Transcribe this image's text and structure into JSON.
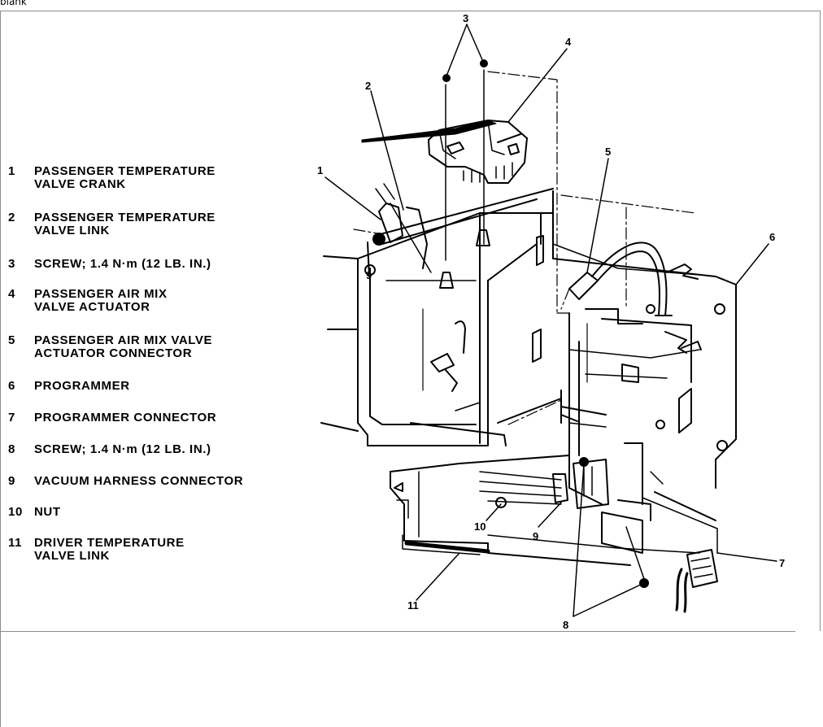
{
  "header": {
    "tab_label": "blank"
  },
  "legend": [
    {
      "num": "1",
      "text": "PASSENGER TEMPERATURE\nVALVE CRANK"
    },
    {
      "num": "2",
      "text": "PASSENGER TEMPERATURE\nVALVE LINK"
    },
    {
      "num": "3",
      "text": "SCREW; 1.4 N·m (12 LB. IN.)"
    },
    {
      "num": "4",
      "text": "PASSENGER AIR MIX\nVALVE ACTUATOR"
    },
    {
      "num": "5",
      "text": "PASSENGER AIR MIX VALVE\nACTUATOR CONNECTOR"
    },
    {
      "num": "6",
      "text": "PROGRAMMER"
    },
    {
      "num": "7",
      "text": "PROGRAMMER CONNECTOR"
    },
    {
      "num": "8",
      "text": "SCREW; 1.4 N·m (12 LB. IN.)"
    },
    {
      "num": "9",
      "text": "VACUUM HARNESS CONNECTOR"
    },
    {
      "num": "10",
      "text": "NUT"
    },
    {
      "num": "11",
      "text": "DRIVER TEMPERATURE\nVALVE LINK"
    }
  ],
  "callouts": {
    "c1": "1",
    "c2": "2",
    "c3": "3",
    "c4": "4",
    "c5": "5",
    "c6": "6",
    "c7": "7",
    "c8": "8",
    "c9": "9",
    "c9b": "9",
    "c10": "10",
    "c11": "11"
  },
  "colors": {
    "ink": "#000000",
    "frame": "#8c8c8c",
    "background": "#ffffff"
  }
}
